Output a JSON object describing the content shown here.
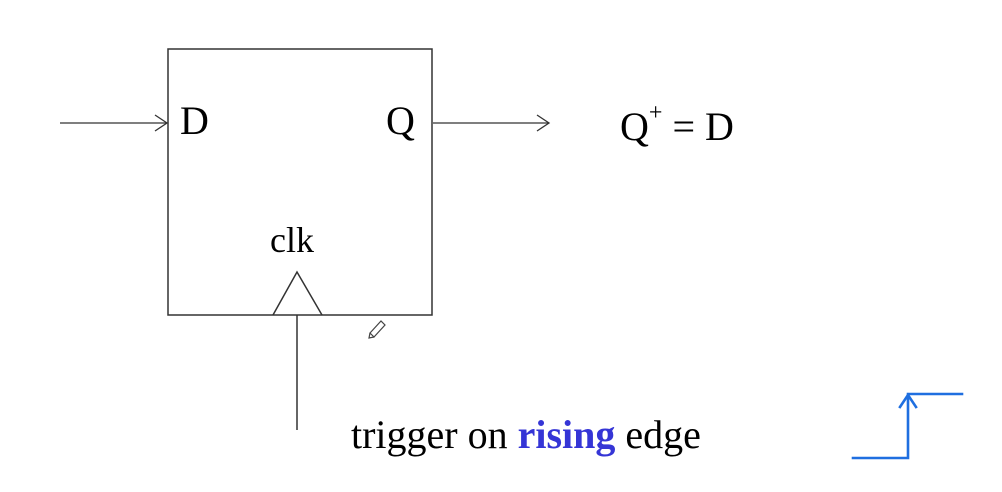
{
  "flip_flop": {
    "d_label": "D",
    "q_label": "Q",
    "clk_label": "clk"
  },
  "equation": {
    "left": "Q",
    "superscript": "+",
    "right": " = D"
  },
  "caption": {
    "prefix": "trigger on ",
    "highlight": "rising",
    "suffix": " edge"
  },
  "colors": {
    "highlight": "#3535d6",
    "edge_waveform": "#1f6fe0",
    "lines": "#333333"
  }
}
